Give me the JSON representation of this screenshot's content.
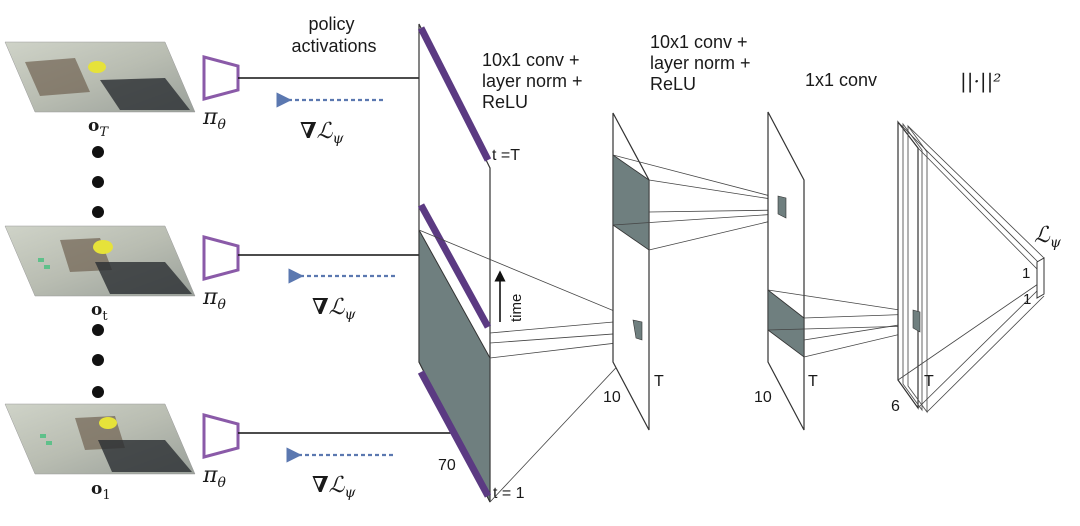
{
  "top_label": [
    "policy",
    "activations"
  ],
  "layer_labels": [
    [
      "10x1 conv +",
      "layer norm +",
      "ReLU"
    ],
    [
      "10x1 conv +",
      "layer norm +",
      "ReLU"
    ],
    [
      "1x1 conv"
    ]
  ],
  "norm_label": "||·||²",
  "policy_symbol": "π",
  "policy_subscript": "θ",
  "grad_symbol": "∇",
  "loss_symbol": "ℒ",
  "loss_subscript": "ψ",
  "obs_labels": [
    {
      "main": "o",
      "sub": "T"
    },
    {
      "main": "o",
      "sub": "t"
    },
    {
      "main": "o",
      "sub": "1"
    }
  ],
  "time_markers": {
    "top": "t =T",
    "bottom": "t = 1"
  },
  "time_axis_label": "time",
  "dim_labels": {
    "input_width": "70",
    "layer1_width": "10",
    "layer1_time": "T",
    "layer2_width": "10",
    "layer2_time": "T",
    "layer3_width": "6",
    "layer3_time": "T",
    "out_a": "1",
    "out_b": "1"
  },
  "colors": {
    "policy": "#8a5aa8",
    "input_stripe": "#5b3a82",
    "feature_fill": "#6f7f7f",
    "gradient_arrow": "#5b78b0"
  }
}
